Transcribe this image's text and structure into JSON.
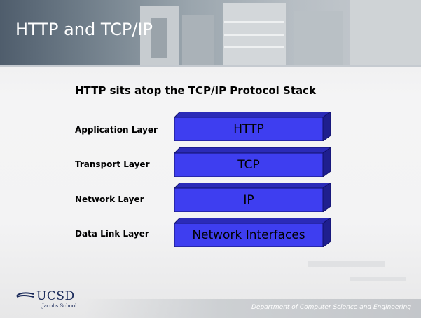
{
  "slide": {
    "title": "HTTP and TCP/IP",
    "subtitle": "HTTP sits atop the TCP/IP Protocol Stack"
  },
  "stack": {
    "layers": [
      {
        "name": "Application Layer",
        "protocol": "HTTP"
      },
      {
        "name": "Transport Layer",
        "protocol": "TCP"
      },
      {
        "name": "Network Layer",
        "protocol": "IP"
      },
      {
        "name": "Data Link Layer",
        "protocol": "Network Interfaces"
      }
    ],
    "box_front_color": "#3e3ef0",
    "box_top_color": "#2b2bb8",
    "box_side_color": "#1f1f8e"
  },
  "footer": {
    "logo_text": "UCSD",
    "logo_subtext": "Jacobs School",
    "department": "Department of Computer Science and Engineering"
  }
}
